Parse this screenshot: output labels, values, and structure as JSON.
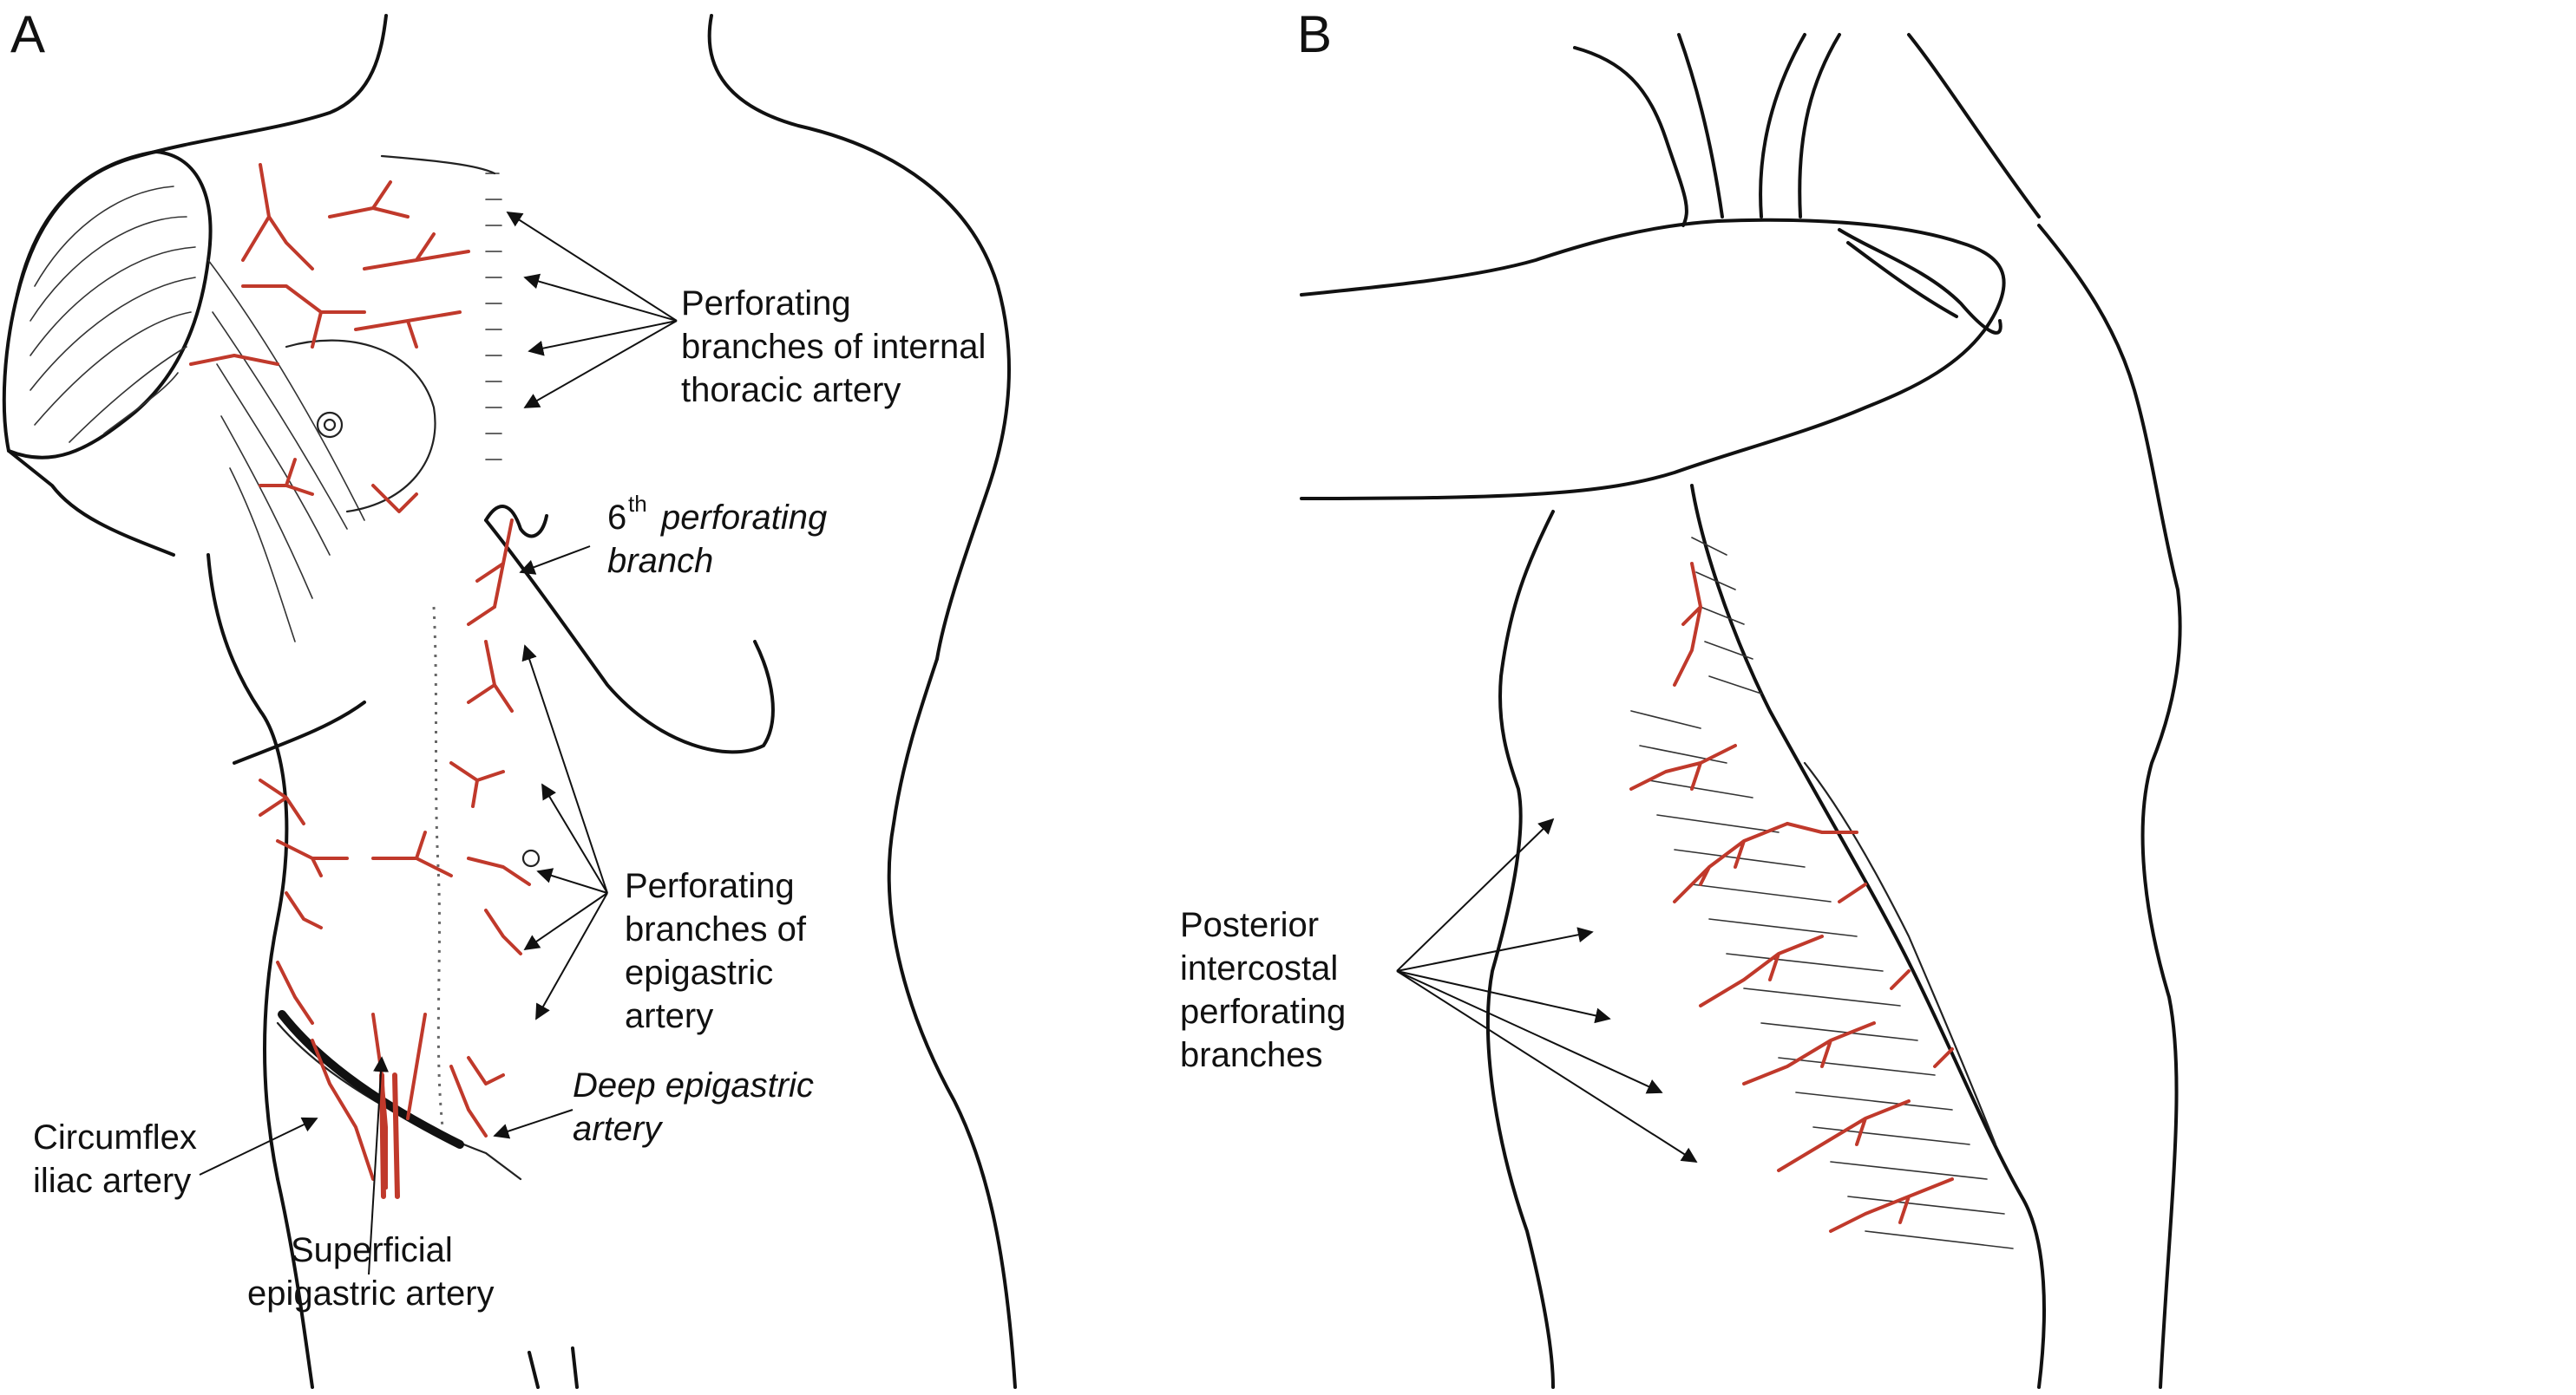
{
  "panels": {
    "a": {
      "letter": "A"
    },
    "b": {
      "letter": "B"
    }
  },
  "labels": {
    "internal_thoracic": [
      "Perforating",
      "branches of internal",
      "thoracic artery"
    ],
    "sixth_perforating": {
      "number": "6",
      "superscript": "th",
      "line1": "perforating",
      "line2": "branch"
    },
    "epigastric": [
      "Perforating",
      "branches of",
      "epigastric",
      "artery"
    ],
    "deep_epigastric": [
      "Deep epigastric",
      "artery"
    ],
    "circumflex_iliac": [
      "Circumflex",
      "iliac artery"
    ],
    "superficial_epigastric": [
      "Superficial",
      "epigastric artery"
    ],
    "posterior_intercostal": [
      "Posterior",
      "intercostal",
      "perforating",
      "branches"
    ]
  },
  "colors": {
    "artery": "#c0392b",
    "line": "#111111",
    "background": "#ffffff"
  }
}
